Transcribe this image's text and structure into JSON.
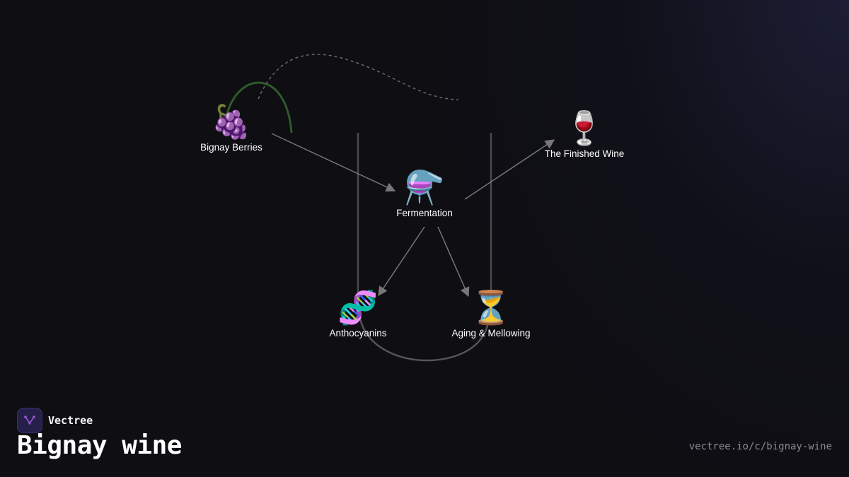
{
  "diagram": {
    "nodes": [
      {
        "id": "bignay-berries",
        "emoji": "🍇",
        "label": "Bignay Berries"
      },
      {
        "id": "fermentation",
        "emoji": "⚗️",
        "label": "Fermentation"
      },
      {
        "id": "finished-wine",
        "emoji": "🍷",
        "label": "The Finished Wine"
      },
      {
        "id": "anthocyanins",
        "emoji": "🧬",
        "label": "Anthocyanins"
      },
      {
        "id": "aging",
        "emoji": "⏳",
        "label": "Aging & Mellowing"
      }
    ],
    "edges": [
      {
        "from": "bignay-berries",
        "to": "fermentation"
      },
      {
        "from": "fermentation",
        "to": "finished-wine"
      },
      {
        "from": "fermentation",
        "to": "anthocyanins"
      },
      {
        "from": "fermentation",
        "to": "aging"
      }
    ]
  },
  "brand": {
    "name": "Vectree"
  },
  "page": {
    "title": "Bignay wine",
    "url": "vectree.io/c/bignay-wine"
  },
  "colors": {
    "background": "#0e0e13",
    "arrow": "#777777",
    "vine": "#2f5a2a",
    "logo_bg": "#25204a",
    "logo_accent": "#9b59d0"
  }
}
